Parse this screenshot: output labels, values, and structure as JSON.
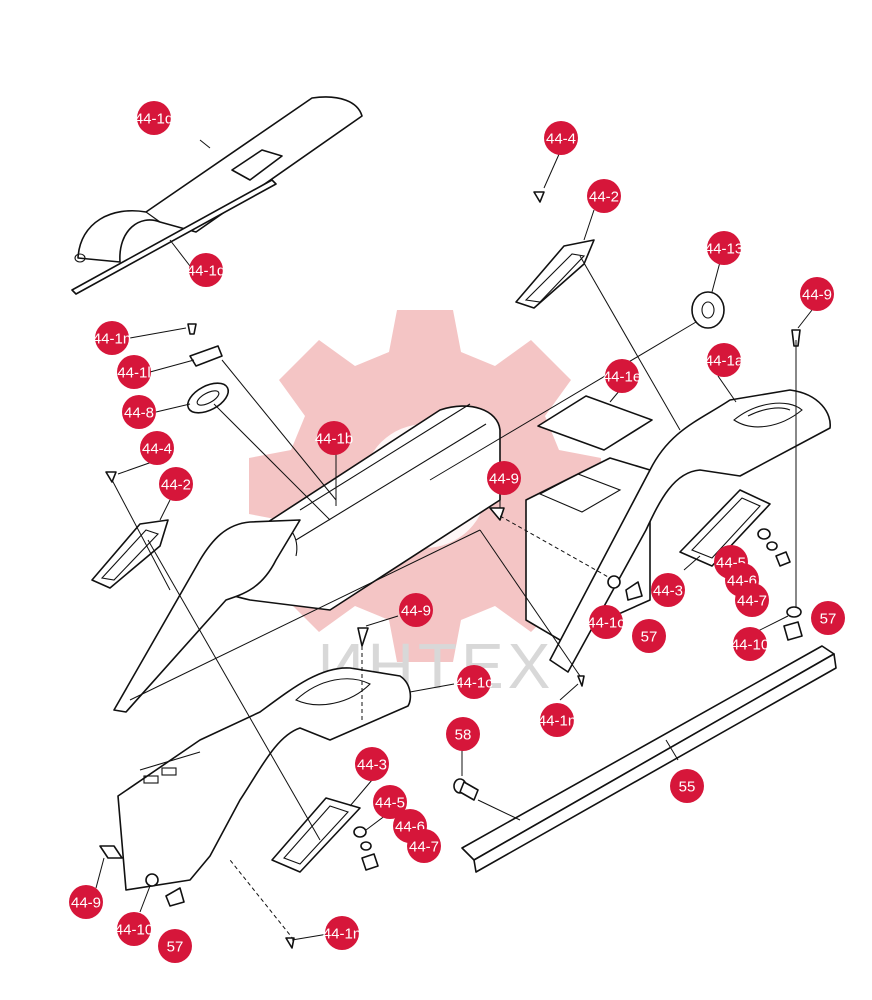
{
  "watermark": {
    "text": "ИНТЕХ",
    "gear_color": "#f4c5c5",
    "text_color": "#d8d8d8"
  },
  "callout_color": "#d6163a",
  "callouts": [
    {
      "label": "44-1d"
    },
    {
      "label": "44-1d"
    },
    {
      "label": "44-4"
    },
    {
      "label": "44-2"
    },
    {
      "label": "44-13"
    },
    {
      "label": "44-9"
    },
    {
      "label": "44-1a"
    },
    {
      "label": "44-1n"
    },
    {
      "label": "44-1l"
    },
    {
      "label": "44-8"
    },
    {
      "label": "44-1b"
    },
    {
      "label": "44-1e"
    },
    {
      "label": "44-4"
    },
    {
      "label": "44-2"
    },
    {
      "label": "44-9"
    },
    {
      "label": "44-5"
    },
    {
      "label": "44-6"
    },
    {
      "label": "44-3"
    },
    {
      "label": "44-7"
    },
    {
      "label": "44-1c"
    },
    {
      "label": "57"
    },
    {
      "label": "57"
    },
    {
      "label": "44-10"
    },
    {
      "label": "44-9"
    },
    {
      "label": "44-1c"
    },
    {
      "label": "44-1n"
    },
    {
      "label": "44-3"
    },
    {
      "label": "44-5"
    },
    {
      "label": "58"
    },
    {
      "label": "44-6"
    },
    {
      "label": "44-7"
    },
    {
      "label": "55"
    },
    {
      "label": "44-9"
    },
    {
      "label": "44-10"
    },
    {
      "label": "57"
    },
    {
      "label": "44-1n"
    }
  ]
}
